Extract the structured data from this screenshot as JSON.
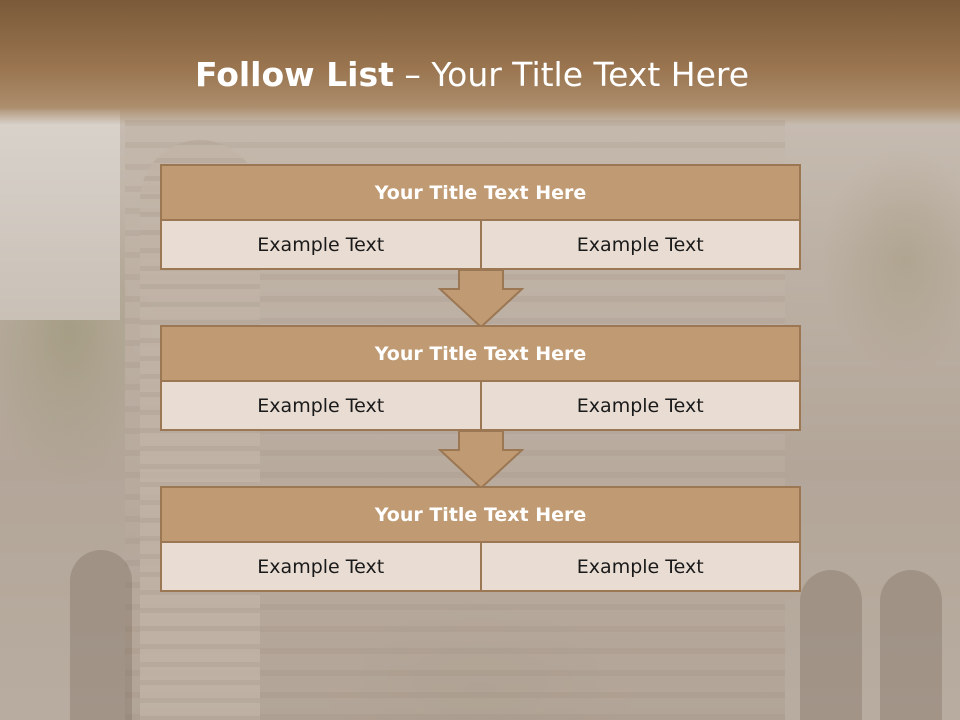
{
  "slide": {
    "title_bold": "Follow List",
    "title_rest": " – Your Title Text Here"
  },
  "blocks": [
    {
      "title": "Your Title Text Here",
      "left_text": "Example Text",
      "right_text": "Example Text"
    },
    {
      "title": "Your Title Text Here",
      "left_text": "Example Text",
      "right_text": "Example Text"
    },
    {
      "title": "Your Title Text Here",
      "left_text": "Example Text",
      "right_text": "Example Text"
    }
  ],
  "icons": [
    "down-arrow-icon",
    "down-arrow-icon"
  ],
  "colors": {
    "header_brown": "#8a673f",
    "box_title_fill": "#c09a72",
    "box_border": "#9b7754",
    "cell_fill": "#e8dcd3",
    "arrow_fill": "#c09a72"
  }
}
